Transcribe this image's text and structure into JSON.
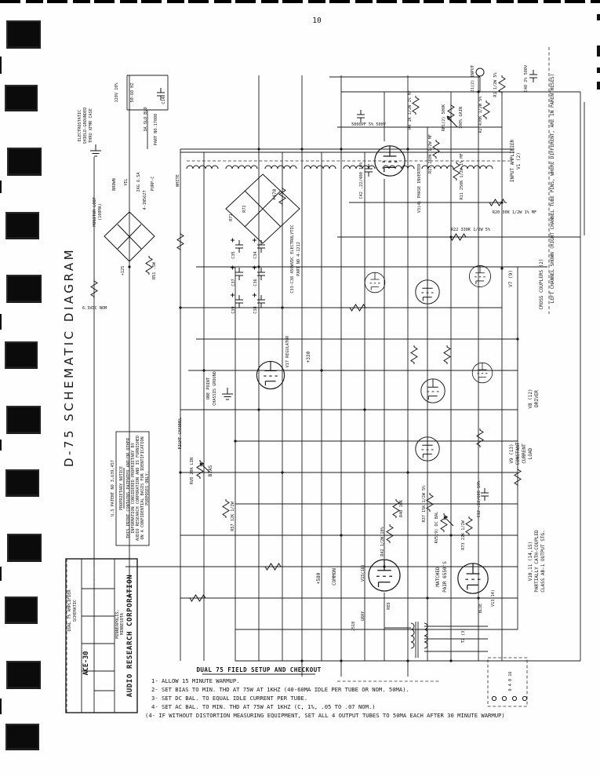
{
  "page": {
    "number": "10"
  },
  "title": "D-75 SCHEMATIC DIAGRAM",
  "title_block": {
    "company": "AUDIO RESEARCH CORPORATION",
    "location1": "MINNEAPOLIS,",
    "location2": "MINNESOTA",
    "document": "SCHEMATIC",
    "subject": "DUAL 75 AMPLIFIER",
    "number": "ACE-30"
  },
  "proprietary_notice": {
    "patent": "U.S PATENT NO 3,639,457",
    "heading": "PROPRIETARY NOTICE",
    "lines": [
      "THIS PRINT CONTAINS PATENTED AND/OR OTHER",
      "INFORMATION CONSIDERED PROPRIETARY BY",
      "AUDIO RESEARCH CORPORATION AND IS FURNISHED",
      "ON A CONFIDENTIAL BASIS FOR IDENTIFICATION",
      "PURPOSES ONLY."
    ]
  },
  "setup_notes": {
    "heading": "DUAL 75 FIELD SETUP AND CHECKOUT",
    "items": [
      "1- ALLOW 15 MINUTE WARMUP.",
      "2- SET BIAS TO MIN. THD AT 75W AT 1KHZ (40-60MA IDLE PER TUBE OR NOM. 50MA).",
      "3- SET DC BAL. TO EQUAL IDLE CURRENT PER TUBE.",
      "4- SET AC BAL. TO MIN. THD AT 75W AT 1KHZ (C, 1%, .05 TO .07 NOM.)",
      "(4- IF WITHOUT DISTORTION MEASURING EQUIPMENT, SET ALL 4 OUTPUT TUBES TO 50MA EACH AFTER 30 MINUTE WARMUP)"
    ]
  },
  "section_labels": {
    "channel_note": "LEFT CHANNEL SHOWN (RIGHT CHANNEL TUBE PINS, WHERE DIFFERENT, ARE IN PARENTHESES)",
    "input_amplifier": "INPUT AMPLIFIER",
    "input_amplifier_tube": "V1 (2)",
    "v7": "V7 (9)",
    "cross_couplers": "CROSS COUPLERS (2)",
    "driver_tube": "V8 (12)",
    "driver": "DRIVER",
    "ccl_tube": "V9 (13)",
    "ccl_1": "CONSTANT",
    "ccl_2": "CURRENT",
    "ccl_3": "LOAD",
    "out_tube": "V10,11 (14,15)",
    "out_1": "PARTIALLY CATH-COUPLED",
    "out_2": "CLASS AB-1 OUTPUT STG."
  },
  "component_labels": [
    "ELECTROSTATIC",
    "SHIELD-GROUNDED",
    "THRU XFMR CASE",
    "120V 10%",
    "50-60 HZ",
    "C14",
    "3A SLO BLO",
    "PART NO.17000",
    "BROWN",
    "YEL",
    "2AG 6.5A",
    "PURP-C",
    "WHITE",
    "4-1N5627",
    "MONITOR LOOP",
    "(100MA)",
    "R51 .5W",
    "+125",
    "6.3VDC NOM",
    "R71",
    "R72",
    "C35",
    "C34",
    "C37",
    "C36",
    "C39",
    "C38",
    "C33-C38 450WVDC ELECTROLYTIC",
    "PART NO 4-1212",
    "+470",
    "+580",
    "COMMON",
    "+330",
    "ONE POINT",
    "CHASSIS GROUND",
    "V17 REGULATOR",
    "RIGHT CHANNEL",
    "BIAS",
    "RV8 20K LIN",
    "R57 12K 1/2W",
    "J1(2) INPUT",
    "R1 1/2W 5%",
    "C40 2% 500V",
    "R2 470K 1/2W 5%",
    "R4 1K 1/2W 1% MF",
    "5000PF 5% 500V",
    "RW1(2) 500K",
    "100% GAIN",
    "R17 250K 1/2W MF",
    "R11 250K 1/2W 1% MF",
    "R20 30K 1/2W 1% MF",
    "R22 330K 1/2W 5%",
    "V3(4) PHASE INVERTER",
    "C42 .22/400 10%",
    "R40 10K",
    "R37 15K 1/2W 5%",
    "RV5(9) DC BAL",
    "R73 22K 1/2W",
    "C12 .22/600 10%",
    "R42 1/2W 10%",
    "MATCHED",
    "PAIR 6550'S",
    "V15(16)",
    "V13(14)",
    "GRAY",
    "RED",
    "J518",
    "BLUE",
    "T2 (3)",
    "0 4 8 16"
  ]
}
